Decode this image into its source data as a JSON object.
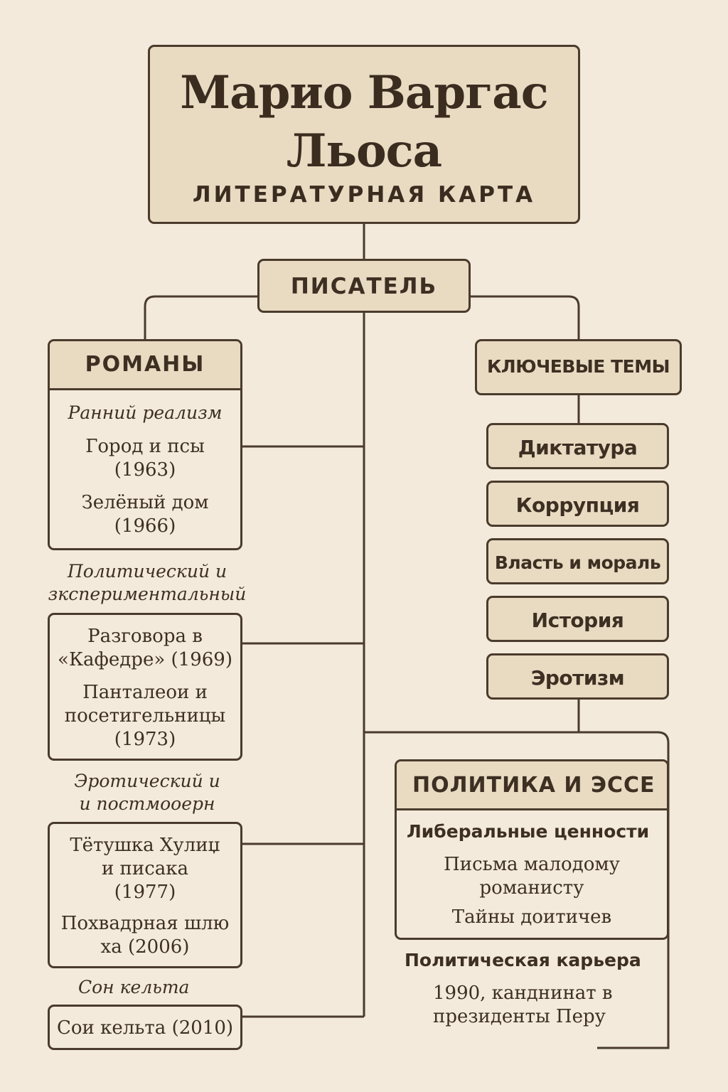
{
  "header": {
    "title_line1": "Марио Варгас",
    "title_line2": "Льоса",
    "subtitle": "ЛИТЕРАТУРНАЯ КАРТА"
  },
  "writer": {
    "label": "ПИСАТЕЛЬ"
  },
  "novels": {
    "label": "РОМАНЫ",
    "periods": [
      {
        "name": "Ранний реализм",
        "books": [
          {
            "title": "Город и псы",
            "year": "(1963)"
          },
          {
            "title": "Зелёный дом",
            "year": "(1966)"
          }
        ]
      },
      {
        "name_line1": "Политический и",
        "name_line2": "зкспериментальный",
        "books": [
          {
            "title_line1": "Разговора в",
            "title_line2": "«Кафедре» (1969)"
          },
          {
            "title_line1": "Панталеои и",
            "title_line2": "посетигельницы",
            "year": "(1973)"
          }
        ]
      },
      {
        "name_line1": "Эротический и",
        "name_line2": "и постмооерн",
        "books": [
          {
            "title_line1": "Тётушка Хулиџ",
            "title_line2": "и писака",
            "year": "(1977)"
          },
          {
            "title_line1": "Похвадрная шлю",
            "title_line2": "ха (2006)"
          }
        ]
      },
      {
        "name": "Сон кельта",
        "books": [
          {
            "title": "Сои кельта (2010)"
          }
        ]
      }
    ]
  },
  "themes": {
    "label": "КЛЮЧЕВЫЕ ТЕМЫ",
    "items": [
      "Диктатура",
      "Коррупция",
      "Власть и мораль",
      "История",
      "Эротизм"
    ]
  },
  "politics": {
    "label": "ПОЛИТИКА И ЭССЕ",
    "liberal_heading": "Либеральные ценности",
    "essays": {
      "essay1_line1": "Письма малодому",
      "essay1_line2": "романисту",
      "essay2": "Тайны доитичев"
    },
    "career_heading": "Политическая карьера",
    "career_line1": "1990, канднинат в",
    "career_line2": "президенты Перу"
  },
  "colors": {
    "background": "#f3eadb",
    "box_fill": "#e8dbc2",
    "line": "#4a3b2c",
    "text": "#3d2f22"
  }
}
